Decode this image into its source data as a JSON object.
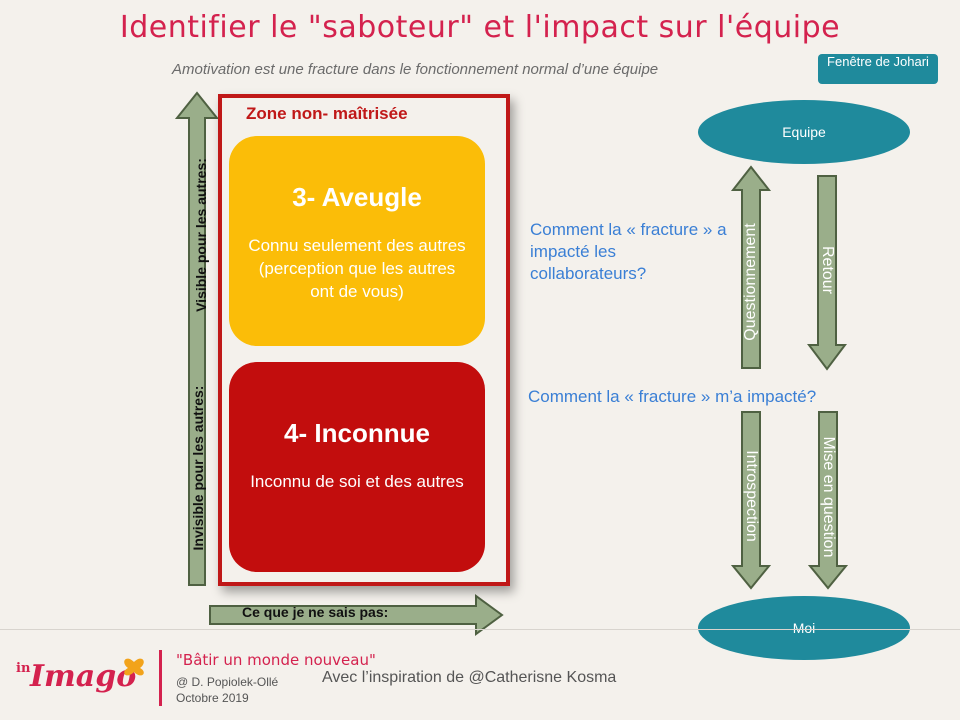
{
  "header": {
    "title": "Identifier le \"saboteur\" et l'impact sur l'équipe",
    "subtitle": "Amotivation est une fracture dans le fonctionnement normal d’une équipe",
    "johari_button": "Fenêtre de Johari"
  },
  "zone": {
    "label": "Zone non- maîtrisée"
  },
  "quadrants": [
    {
      "title": "3- Aveugle",
      "text": "Connu seulement des autres (perception que les autres ont de vous)",
      "color": "#fbbd08"
    },
    {
      "title": "4- Inconnue",
      "text": "Inconnu de soi et des autres",
      "color": "#c20d0d"
    }
  ],
  "axes": {
    "visible": "Visible pour les autres:",
    "invisible": "Invisible pour les autres:",
    "ce_que": "Ce que je ne sais pas:"
  },
  "questions": {
    "q1": "Comment la « fracture » a impacté les collaborateurs?",
    "q2": "Comment la « fracture » m’a impacté?"
  },
  "flow": {
    "equipe": "Equipe",
    "moi": "Moi",
    "questionnement": "Questionnement",
    "retour": "Retour",
    "introspection": "Introspection",
    "mise_en_question": "Mise en question"
  },
  "footer": {
    "logo_prefix": "in",
    "logo_name": "Imago",
    "slogan": "\"Bâtir un monde nouveau\"",
    "author": "@ D. Popiolek-Ollé",
    "date": "Octobre 2019",
    "inspiration": "Avec l’inspiration de @Catherisne Kosma"
  },
  "colors": {
    "title": "#d4224e",
    "accent_teal": "#1f8a9c",
    "arrow_green": "#9aae8a",
    "zone_red": "#c01818",
    "question_blue": "#3a7fd5"
  }
}
